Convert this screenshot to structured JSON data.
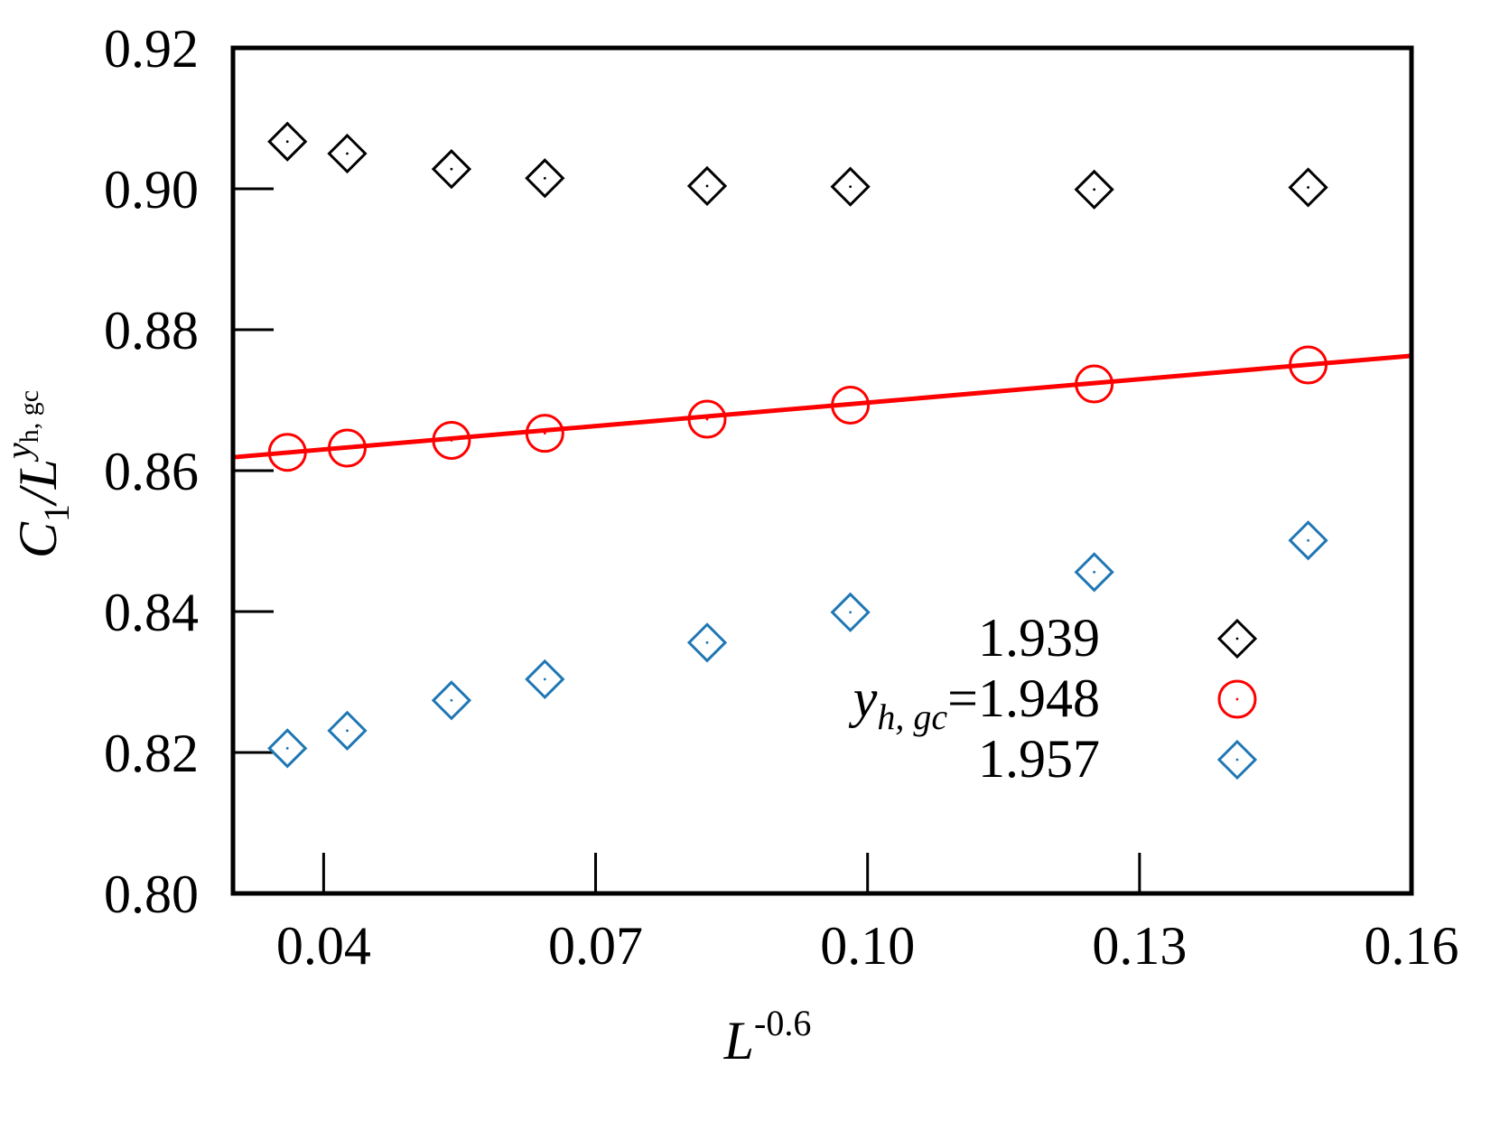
{
  "chart_data": {
    "type": "scatter",
    "xlabel_base": "L",
    "xlabel_exp": "-0.6",
    "ylabel": {
      "C": "C",
      "sub1": "1",
      "slash_L": "/L",
      "sup_y": "y",
      "sup_sub": "h, gc"
    },
    "xlim": [
      0.03,
      0.16
    ],
    "ylim": [
      0.8,
      0.92
    ],
    "xticks": [
      0.04,
      0.07,
      0.1,
      0.13,
      0.16
    ],
    "xtick_labels": [
      "0.04",
      "0.07",
      "0.10",
      "0.13",
      "0.16"
    ],
    "yticks": [
      0.8,
      0.82,
      0.84,
      0.86,
      0.88,
      0.9,
      0.92
    ],
    "ytick_labels": [
      "0.80",
      "0.82",
      "0.84",
      "0.86",
      "0.88",
      "0.90",
      "0.92"
    ],
    "grid": false,
    "legend_position": "bottom-right",
    "legend_prefix": {
      "y": "y",
      "sub": "h, gc",
      "eq": "="
    },
    "series": [
      {
        "name": "1.939",
        "marker": "diamond",
        "color": "#000000",
        "x": [
          0.036,
          0.0426,
          0.0541,
          0.0644,
          0.0823,
          0.0981,
          0.125,
          0.1486
        ],
        "y": [
          0.9067,
          0.905,
          0.9028,
          0.9015,
          0.9004,
          0.9003,
          0.8999,
          0.9002
        ]
      },
      {
        "name": "1.948",
        "marker": "circle",
        "color": "#ff0000",
        "x": [
          0.036,
          0.0426,
          0.0541,
          0.0644,
          0.0823,
          0.0981,
          0.125,
          0.1486
        ],
        "y": [
          0.8626,
          0.8632,
          0.8643,
          0.8653,
          0.8673,
          0.8693,
          0.8723,
          0.875
        ]
      },
      {
        "name": "1.957",
        "marker": "diamond",
        "color": "#1f77b4",
        "x": [
          0.036,
          0.0426,
          0.0541,
          0.0644,
          0.0823,
          0.0981,
          0.125,
          0.1486
        ],
        "y": [
          0.8206,
          0.8231,
          0.8274,
          0.8304,
          0.8356,
          0.8399,
          0.8456,
          0.8501
        ]
      }
    ],
    "fit_line": {
      "color": "#ff0000",
      "x": [
        0.03,
        0.16
      ],
      "y": [
        0.8619,
        0.8763
      ]
    }
  }
}
